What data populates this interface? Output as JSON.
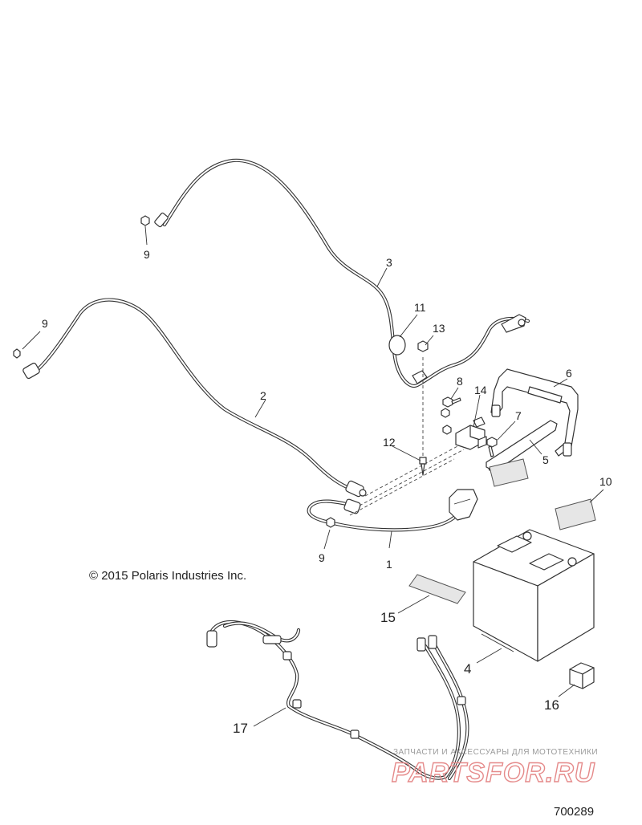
{
  "copyright": "© 2015 Polaris Industries Inc.",
  "figure_number": "700289",
  "watermark": {
    "tagline": "ЗАПЧАСТИ И АКСЕССУАРЫ ДЛЯ МОТОТЕХНИКИ",
    "brand": "PARTSFOR.RU"
  },
  "callouts": {
    "c1": "1",
    "c2": "2",
    "c3": "3",
    "c4": "4",
    "c5": "5",
    "c6": "6",
    "c7": "7",
    "c8": "8",
    "c9a": "9",
    "c9b": "9",
    "c9c": "9",
    "c10": "10",
    "c11": "11",
    "c12": "12",
    "c13": "13",
    "c14": "14",
    "c15": "15",
    "c16": "16",
    "c17": "17"
  }
}
